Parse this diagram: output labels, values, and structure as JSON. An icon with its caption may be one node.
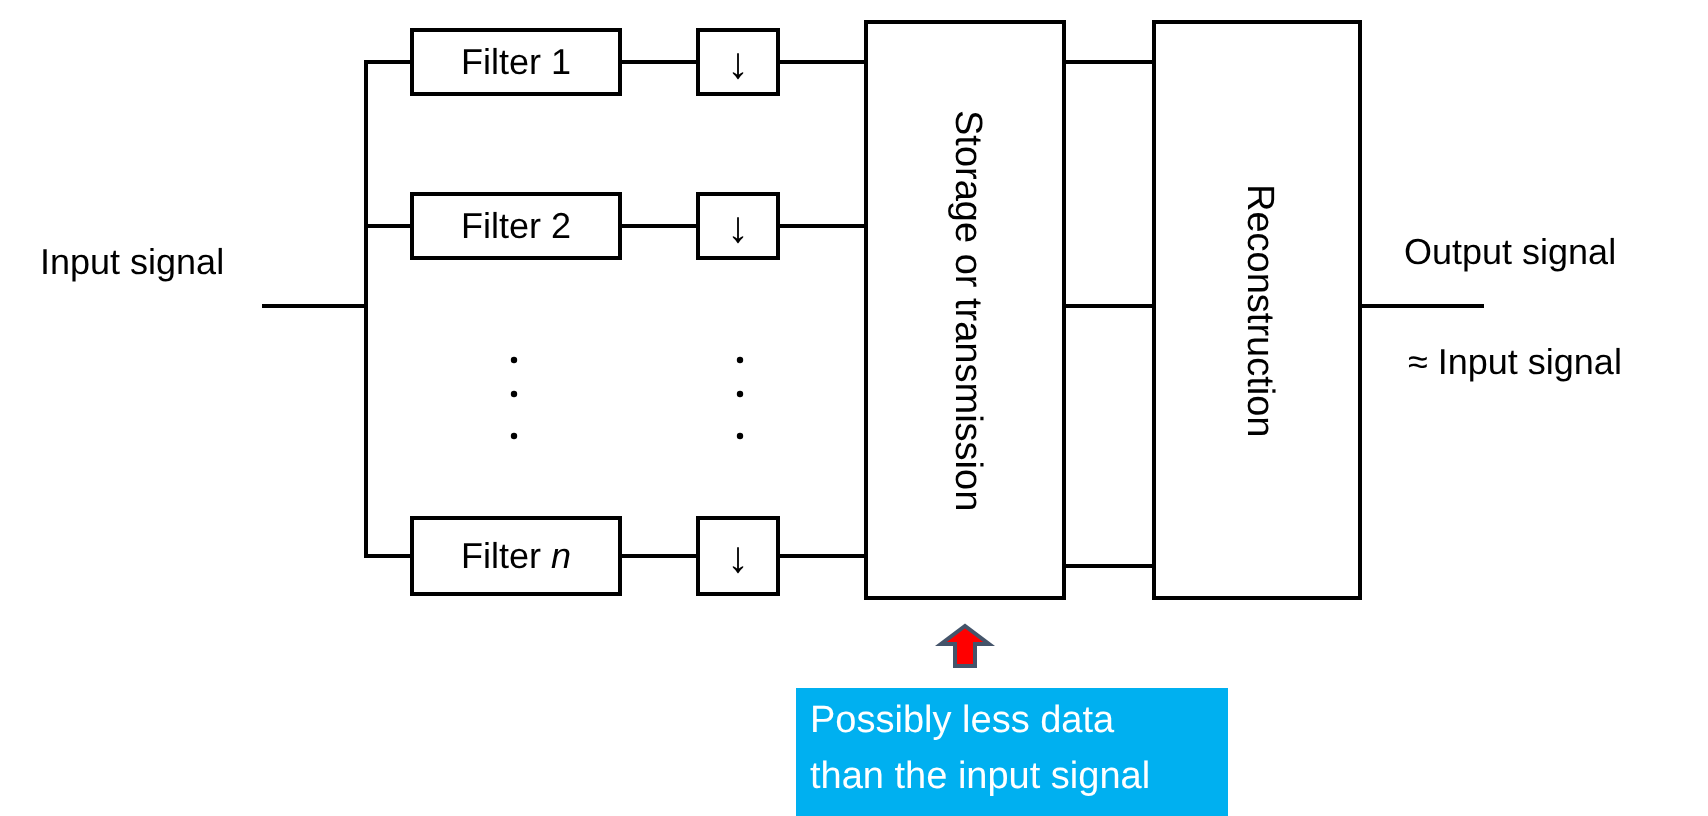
{
  "diagram": {
    "nodes": [
      {
        "text": [
          "Input signal"
        ]
      },
      {
        "text": [
          "Filter 1"
        ]
      },
      {
        "text": [
          "↓"
        ]
      },
      {
        "text": [
          "Filter 2"
        ]
      },
      {
        "text": [
          "↓"
        ]
      },
      {
        "text": [
          "Filter *n*"
        ]
      },
      {
        "text": [
          "↓"
        ]
      },
      {
        "text": [
          "Storage or transmission"
        ]
      },
      {
        "text": [
          "Reconstruction"
        ]
      },
      {
        "text": [
          "Output signal"
        ],
        "beside": [
          "≈ Input signal"
        ]
      },
      {
        "text": [
          "Possibly less data than the input signal"
        ]
      }
    ],
    "edges": [
      {
        "from": 0,
        "to": 1,
        "arrow": "none"
      },
      {
        "from": 0,
        "to": 3,
        "arrow": "none"
      },
      {
        "from": 0,
        "to": 5,
        "arrow": "none"
      },
      {
        "from": 1,
        "to": 2,
        "arrow": "none"
      },
      {
        "from": 3,
        "to": 4,
        "arrow": "none"
      },
      {
        "from": 5,
        "to": 6,
        "arrow": "none"
      },
      {
        "from": 2,
        "to": 7,
        "arrow": "none"
      },
      {
        "from": 4,
        "to": 7,
        "arrow": "none"
      },
      {
        "from": 6,
        "to": 7,
        "arrow": "none"
      },
      {
        "from": 7,
        "to": 8,
        "arrow": "none"
      },
      {
        "from": 7,
        "to": 8,
        "arrow": "none"
      },
      {
        "from": 7,
        "to": 8,
        "arrow": "none"
      },
      {
        "from": 8,
        "to": 9,
        "arrow": "none"
      },
      {
        "from": 10,
        "to": 7,
        "arrow": "to",
        "style": "thick",
        "color": "#ff0000"
      }
    ]
  }
}
